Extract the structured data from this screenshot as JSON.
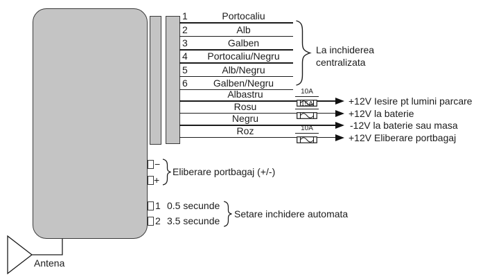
{
  "wires": [
    {
      "pin": "1",
      "label": "Portocaliu"
    },
    {
      "pin": "2",
      "label": "Alb"
    },
    {
      "pin": "3",
      "label": "Galben"
    },
    {
      "pin": "4",
      "label": "Portocaliu/Negru"
    },
    {
      "pin": "5",
      "label": "Alb/Negru"
    },
    {
      "pin": "6",
      "label": "Galben/Negru"
    },
    {
      "label": "Albastru",
      "fuse": "10A",
      "output": "+12V Iesire pt lumini parcare"
    },
    {
      "label": "Rosu",
      "fuse": "15A",
      "output": "+12V la baterie"
    },
    {
      "label": "Negru",
      "output": "-12V la baterie sau masa"
    },
    {
      "label": "Roz",
      "fuse": "10A",
      "output": "+12V Eliberare portbagaj"
    }
  ],
  "groups": {
    "central_locking": {
      "line1": "La inchiderea",
      "line2": "centralizata"
    },
    "trunk_release": {
      "pin_minus": "−",
      "pin_plus": "+",
      "caption": "Eliberare portbagaj (+/-)"
    },
    "auto_lock": {
      "pin1": "1",
      "pin1_value": "0.5 secunde",
      "pin2": "2",
      "pin2_value": "3.5 secunde",
      "caption": "Setare inchidere automata"
    }
  },
  "antenna": {
    "label": "Antena"
  },
  "colors": {
    "unit_fill": "#c4c4c4",
    "border": "#3a3a3a",
    "line": "#1b1b1b"
  }
}
